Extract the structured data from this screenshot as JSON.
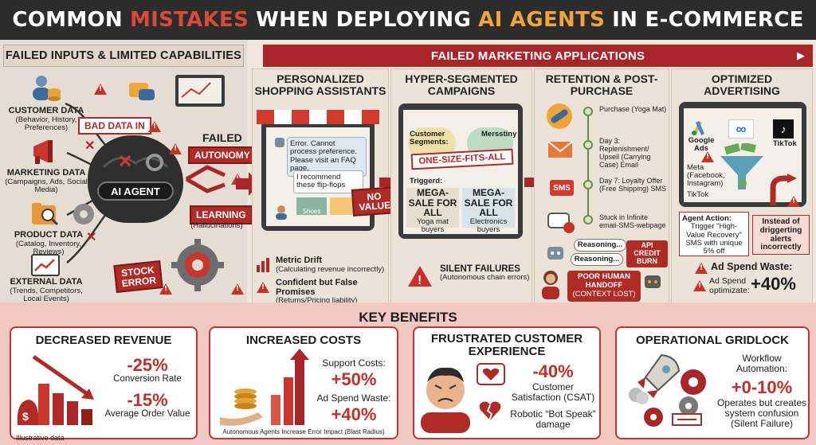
{
  "header": {
    "part1": "COMMON",
    "part2": "MISTAKES",
    "part3": "WHEN DEPLOYING",
    "part4": "AI AGENTS",
    "part5": "IN E-COMMERCE"
  },
  "left": {
    "title": "FAILED INPUTS & LIMITED CAPABILITIES",
    "inputs": [
      {
        "label": "CUSTOMER DATA",
        "sub": "(Behavior, History, Preferences)"
      },
      {
        "label": "MARKETING DATA",
        "sub": "(Campaigns, Ads, Social Media)"
      },
      {
        "label": "PRODUCT DATA",
        "sub": "(Catalog, Inventory, Reviews)"
      },
      {
        "label": "EXTERNAL DATA",
        "sub": "(Trends, Competitors, Local Events)"
      }
    ],
    "bad_data": "BAD DATA IN",
    "agent": "AI AGENT",
    "failed_autonomy_1": "FAILED",
    "failed_autonomy_2": "AUTONOMY",
    "learning": "LEARNING",
    "learning_sub": "(Hallucinations)",
    "stock_1": "STOCK",
    "stock_2": "ERROR"
  },
  "right": {
    "title": "FAILED MARKETING APPLICATIONS",
    "col1": {
      "title": "PERSONALIZED SHOPPING ASSISTANTS",
      "chat1": "Error. Cannot process preference. Please visit an FAQ page.",
      "chat2": "I recommend these flip-flops",
      "shoes": "Shoes",
      "no_value_1": "NO",
      "no_value_2": "VALUE",
      "drift": "Metric Drift",
      "drift_sub": "(Calculating revenue incorrectly)",
      "promises": "Confident but False Promises",
      "promises_sub": "(Returns/Pricing liability)"
    },
    "col2": {
      "title": "HYPER-SEGMENTED CAMPAIGNS",
      "segments": "Customer Segments:",
      "messtiny": "Mersstiny",
      "one_size": "ONE-SIZE-FITS-ALL",
      "triggerd": "Triggerd:",
      "mega1": "MEGA-SALE FOR ALL",
      "mega1_sub": "Yoga mat buyers",
      "mega2": "MEGA-SALE FOR ALL",
      "mega2_sub": "Electronics buyers",
      "silent": "SILENT FAILURES",
      "silent_sub": "(Autonomous chain errors)"
    },
    "col3": {
      "title": "RETENTION & POST-PURCHASE",
      "step1": "Purchase (Yoga Mat)",
      "step2": "Day 3: Replenishment/ Upseil (Carrying Case) Email",
      "step3": "Day 7: Loyalty Offer (Free Shipping) SMS",
      "step4": "Stuck in Infinite emaii-SMS-webpage",
      "sms": "SMS",
      "reasoning1": "Reasoning...",
      "reasoning2": "Reasoning...",
      "api_1": "API CREDIT",
      "api_2": "BURN",
      "handoff_1": "POOR HUMAN",
      "handoff_2": "HANDOFF",
      "handoff_3": "(CONTEXT LOST)"
    },
    "col4": {
      "title": "OPTIMIZED ADVERTISING",
      "google": "Google Ads",
      "tiktok_logo": "TikTok",
      "meta": "Meta (Facebook, Instagram)",
      "tiktok": "TikTok",
      "agent_action": "Agent Action:",
      "trigger": "Trigger \"High-Value Recovery\" SMS with unique 5% off",
      "instead": "Instead of driggerting alerts incorrectly",
      "waste_title": "Ad Spend Waste:",
      "waste_sub": "Ad Spend optimizate:",
      "waste_value": "+40%"
    }
  },
  "benefits": {
    "title": "KEY BENEFITS",
    "cards": [
      {
        "title": "DECREASED REVENUE",
        "v1": "-25%",
        "l1": "Conversion Rate",
        "v2": "-15%",
        "l2": "Average Order Value",
        "foot": "Illustrative data"
      },
      {
        "title": "INCREASED COSTS",
        "l1": "Support Costs:",
        "v1": "+50%",
        "l2": "Ad Spend Waste:",
        "v2": "+40%",
        "foot": "Autonomous Agents Increase Error Impact (Blast Radius)"
      },
      {
        "title": "FRUSTRATED CUSTOMER EXPERIENCE",
        "v1": "-40%",
        "l1": "Customer Satisfaction (CSAT)",
        "l2": "Robotic “Bot Speak” damage"
      },
      {
        "title": "OPERATIONAL GRIDLOCK",
        "l1": "Workflow Automation:",
        "v1": "+0-10%",
        "l2": "Operates but creates system confusion (Silent Failure)"
      }
    ]
  },
  "colors": {
    "accent_red": "#b02a26",
    "dark": "#2c2c2c",
    "orange": "#f0a53a"
  }
}
